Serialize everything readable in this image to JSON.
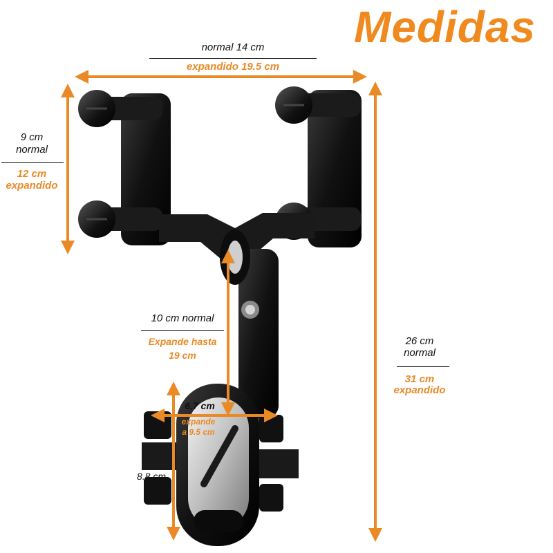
{
  "title": "Medidas",
  "colors": {
    "accent": "#f0891e",
    "holder": "#151515"
  },
  "measures": {
    "width": {
      "normal": "normal 14 cm",
      "expanded": "expandido 19.5 cm"
    },
    "clamp_height": {
      "normal_value": "9 cm",
      "normal_word": "normal",
      "expanded_value": "12  cm",
      "expanded_word": "expandido"
    },
    "total_height": {
      "normal_value": "26 cm",
      "normal_word": "normal",
      "expanded_value": "31  cm",
      "expanded_word": "expandido"
    },
    "arm": {
      "normal": "10 cm normal",
      "expanded_line1": "Expande hasta",
      "expanded_line2": "19 cm"
    },
    "cradle_width": {
      "normal": "6.7 cm",
      "expanded_line1": "expande",
      "expanded_line2": "a 9.5 cm"
    },
    "cradle_height": {
      "value": "8.8 cm"
    }
  }
}
